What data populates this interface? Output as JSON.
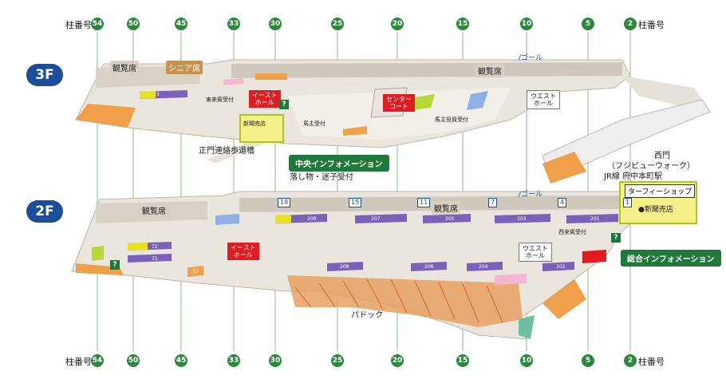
{
  "pillar_label": "柱番号",
  "pillars": [
    "54",
    "50",
    "45",
    "33",
    "30",
    "25",
    "20",
    "15",
    "10",
    "5",
    "2"
  ],
  "floors": {
    "third": "3F",
    "second": "2F"
  },
  "floor3": {
    "zones": [
      "観覧席",
      "シニア席",
      "観覧席"
    ],
    "halls": {
      "east": "イースト\nホール",
      "center": "センター\nコート",
      "west": "ウエスト\nホール"
    },
    "labels": {
      "goal": "ゴール",
      "gate_walkway": "正門連絡歩道橋",
      "east_owner": "東来賓受付",
      "horse_owner": "馬主受付",
      "horse_owner2": "馬主役員受付",
      "newsstand": "新聞売店",
      "room73": "73"
    },
    "info": {
      "central": "中央インフォメーション",
      "lost": "落し物・迷子受付"
    }
  },
  "floor2": {
    "zones": [
      "観覧席",
      "観覧席"
    ],
    "halls": {
      "east": "イースト\nホール",
      "west": "ウエスト\nホール"
    },
    "labels": {
      "goal": "ゴール",
      "paddock": "パドック",
      "west_owner": "西来賓受付",
      "rooms": [
        "72",
        "72",
        "209",
        "207",
        "205",
        "203",
        "201",
        "208",
        "206",
        "204",
        "202",
        "32"
      ],
      "numbered": [
        "18",
        "15",
        "11",
        "7",
        "4",
        "1"
      ]
    },
    "info": {
      "general": "総合インフォメーション"
    }
  },
  "west_gate": {
    "gate": "西門",
    "walk": "（フジビューウォーク）",
    "station": "JR線 府中本町駅",
    "shop_title": "ターフィーショップ",
    "newsstand": "●新聞売店"
  }
}
